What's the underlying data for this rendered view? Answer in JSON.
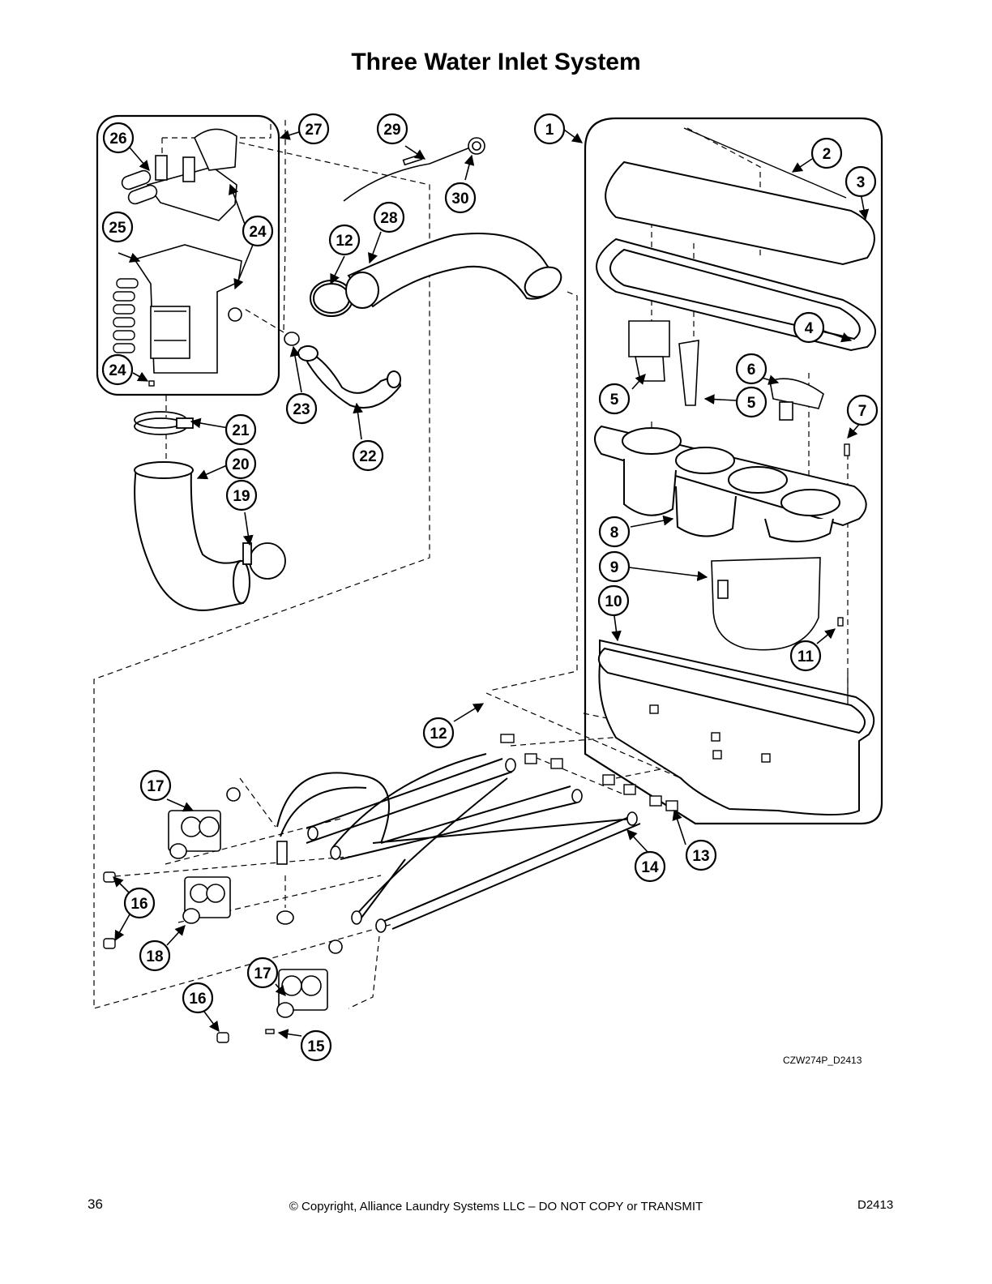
{
  "title": "Three Water Inlet System",
  "drawing_id": "CZW274P_D2413",
  "footer": {
    "page_number": "36",
    "copyright": "© Copyright, Alliance Laundry Systems LLC – DO NOT COPY or TRANSMIT",
    "doc_code": "D2413"
  },
  "callouts": [
    "1",
    "2",
    "3",
    "4",
    "5",
    "6",
    "7",
    "8",
    "9",
    "10",
    "11",
    "12",
    "13",
    "14",
    "15",
    "16",
    "17",
    "18",
    "19",
    "20",
    "21",
    "22",
    "23",
    "24",
    "25",
    "26",
    "27",
    "28",
    "29",
    "30"
  ]
}
